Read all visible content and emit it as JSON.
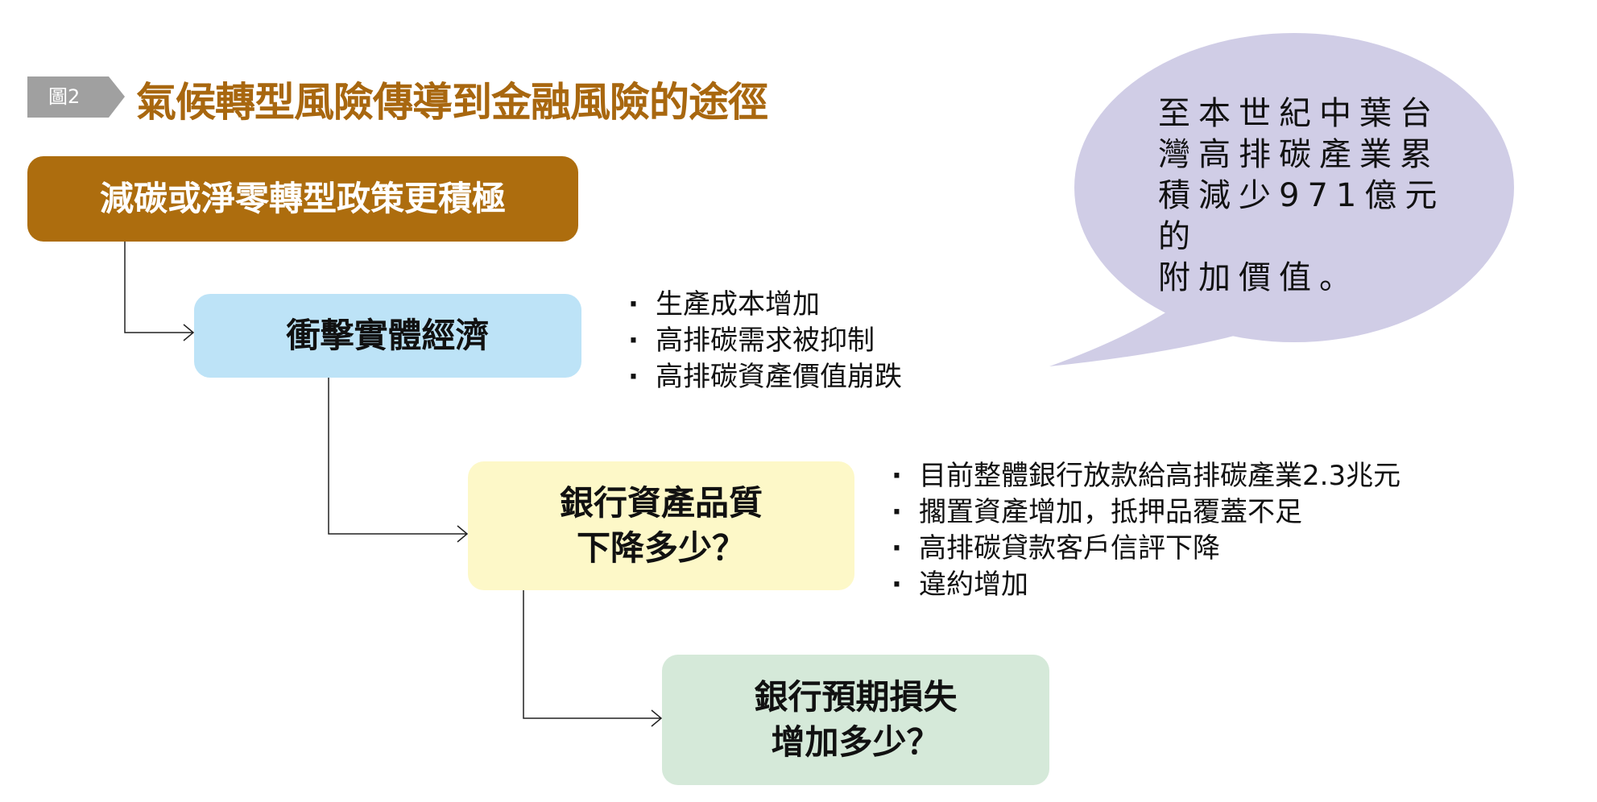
{
  "figure_label": "圖2",
  "title": "氣候轉型風險傳導到金融風險的途徑",
  "boxes": {
    "policy": "減碳或淨零轉型政策更積極",
    "real_economy": "衝擊實體經濟",
    "bank_asset_quality": [
      "銀行資產品質",
      "下降多少？"
    ],
    "bank_expected_loss": [
      "銀行預期損失",
      "增加多少？"
    ]
  },
  "real_economy_points": [
    "生產成本增加",
    "高排碳需求被抑制",
    "高排碳資產價值崩跌"
  ],
  "bank_points": [
    "目前整體銀行放款給高排碳產業2.3兆元",
    "擱置資產增加，抵押品覆蓋不足",
    "高排碳貸款客戶信評下降",
    "違約增加"
  ],
  "callout": [
    "至本世紀中葉台",
    "灣高排碳產業累",
    "積減少971億元的",
    "附加價值。"
  ],
  "colors": {
    "title": "#a8670f",
    "policy_box": "#ad6d0e",
    "real_economy_box": "#bde3f7",
    "asset_quality_box": "#fdf8c8",
    "expected_loss_box": "#d5e9d9",
    "callout": "#d0cde6",
    "tag": "#a0a0a0"
  }
}
